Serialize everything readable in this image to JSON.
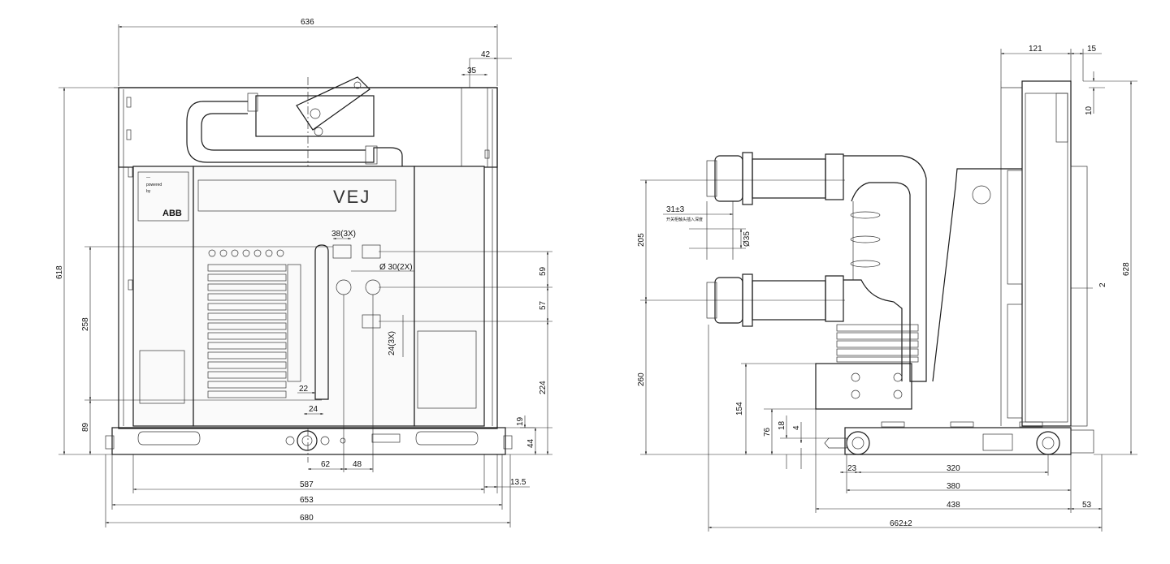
{
  "front_view": {
    "product_label": "VEJ",
    "badge_lines": [
      "—",
      "powered",
      "by"
    ],
    "badge_brand": "ABB",
    "dimensions": {
      "overall_width": "636",
      "top_right_outer": "42",
      "top_right_inner": "35",
      "overall_height": "618",
      "left_height_258": "258",
      "left_height_89": "89",
      "opening_width": "38(3X)",
      "hole_diameter": "Ø 30(2X)",
      "slot_size": "24(3X)",
      "right_59": "59",
      "right_57": "57",
      "right_224": "224",
      "right_19": "19",
      "right_44": "44",
      "bottom_24": "24",
      "bottom_22": "22",
      "bottom_62": "62",
      "bottom_48": "48",
      "bottom_587": "587",
      "bottom_13_5": "13.5",
      "bottom_653": "653",
      "bottom_680": "680"
    }
  },
  "side_view": {
    "note_value": "31±3",
    "note_text": "开关柜触头插入深度",
    "dimensions": {
      "top_121": "121",
      "top_15": "15",
      "right_10": "10",
      "right_628": "628",
      "right_2": "2",
      "contact_diameter": "Ø35",
      "left_205": "205",
      "left_260": "260",
      "left_154": "154",
      "left_76": "76",
      "left_18": "18",
      "left_4": "4",
      "bottom_23": "23",
      "bottom_320": "320",
      "bottom_380": "380",
      "bottom_438": "438",
      "bottom_53": "53",
      "bottom_662": "662±2"
    }
  }
}
